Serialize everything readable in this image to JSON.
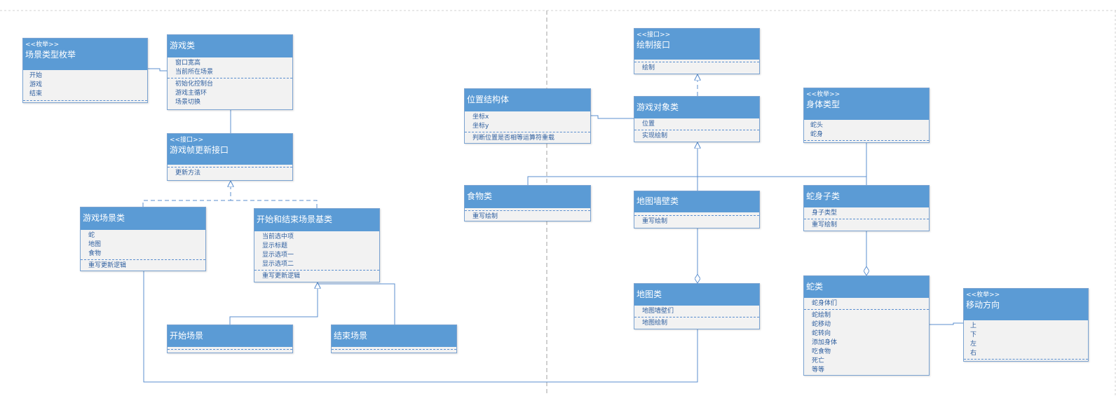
{
  "classes": {
    "scene_type_enum": {
      "stereotype": "<<枚举>>",
      "name": "场景类型枚举",
      "attributes": [
        "开始",
        "游戏",
        "结束"
      ],
      "methods": []
    },
    "game": {
      "stereotype": "",
      "name": "游戏类",
      "attributes": [
        "窗口宽高",
        "当前所在场景"
      ],
      "methods": [
        "初始化控制台",
        "游戏主循环",
        "场景切换"
      ]
    },
    "frame_update_interface": {
      "stereotype": "<<接口>>",
      "name": "游戏帧更新接口",
      "attributes": [],
      "methods": [
        "更新方法"
      ]
    },
    "game_scene": {
      "stereotype": "",
      "name": "游戏场景类",
      "attributes": [
        "蛇",
        "地图",
        "食物"
      ],
      "methods": [
        "重写更新逻辑"
      ]
    },
    "start_end_base": {
      "stereotype": "",
      "name": "开始和结束场景基类",
      "attributes": [
        "当前选中项",
        "显示标题",
        "显示选项一",
        "显示选项二"
      ],
      "methods": [
        "重写更新逻辑"
      ]
    },
    "start_scene": {
      "stereotype": "",
      "name": "开始场景",
      "attributes": [],
      "methods": []
    },
    "end_scene": {
      "stereotype": "",
      "name": "结束场景",
      "attributes": [],
      "methods": []
    },
    "draw_interface": {
      "stereotype": "<<接口>>",
      "name": "绘制接口",
      "attributes": [],
      "methods": [
        "绘制"
      ]
    },
    "position_struct": {
      "stereotype": "",
      "name": "位置结构体",
      "attributes": [
        "坐标x",
        "坐标y"
      ],
      "methods": [
        "判断位置是否相等运算符重载"
      ]
    },
    "game_object": {
      "stereotype": "",
      "name": "游戏对象类",
      "attributes": [
        "位置"
      ],
      "methods": [
        "实现绘制"
      ]
    },
    "body_type_enum": {
      "stereotype": "<<枚举>>",
      "name": "身体类型",
      "attributes": [
        "蛇头",
        "蛇身"
      ],
      "methods": []
    },
    "food": {
      "stereotype": "",
      "name": "食物类",
      "attributes": [],
      "methods": [
        "重写绘制"
      ]
    },
    "map_wall": {
      "stereotype": "",
      "name": "地图墙壁类",
      "attributes": [],
      "methods": [
        "重写绘制"
      ]
    },
    "snake_body": {
      "stereotype": "",
      "name": "蛇身子类",
      "attributes": [
        "身子类型"
      ],
      "methods": [
        "重写绘制"
      ]
    },
    "map": {
      "stereotype": "",
      "name": "地图类",
      "attributes": [
        "地图墙壁们"
      ],
      "methods": [
        "地图绘制"
      ]
    },
    "snake": {
      "stereotype": "",
      "name": "蛇类",
      "attributes": [
        "蛇身体们"
      ],
      "methods": [
        "蛇绘制",
        "蛇移动",
        "蛇转向",
        "添加身体",
        "吃食物",
        "死亡",
        "等等"
      ]
    },
    "move_dir_enum": {
      "stereotype": "<<枚举>>",
      "name": "移动方向",
      "attributes": [
        "上",
        "下",
        "左",
        "右"
      ],
      "methods": []
    }
  }
}
